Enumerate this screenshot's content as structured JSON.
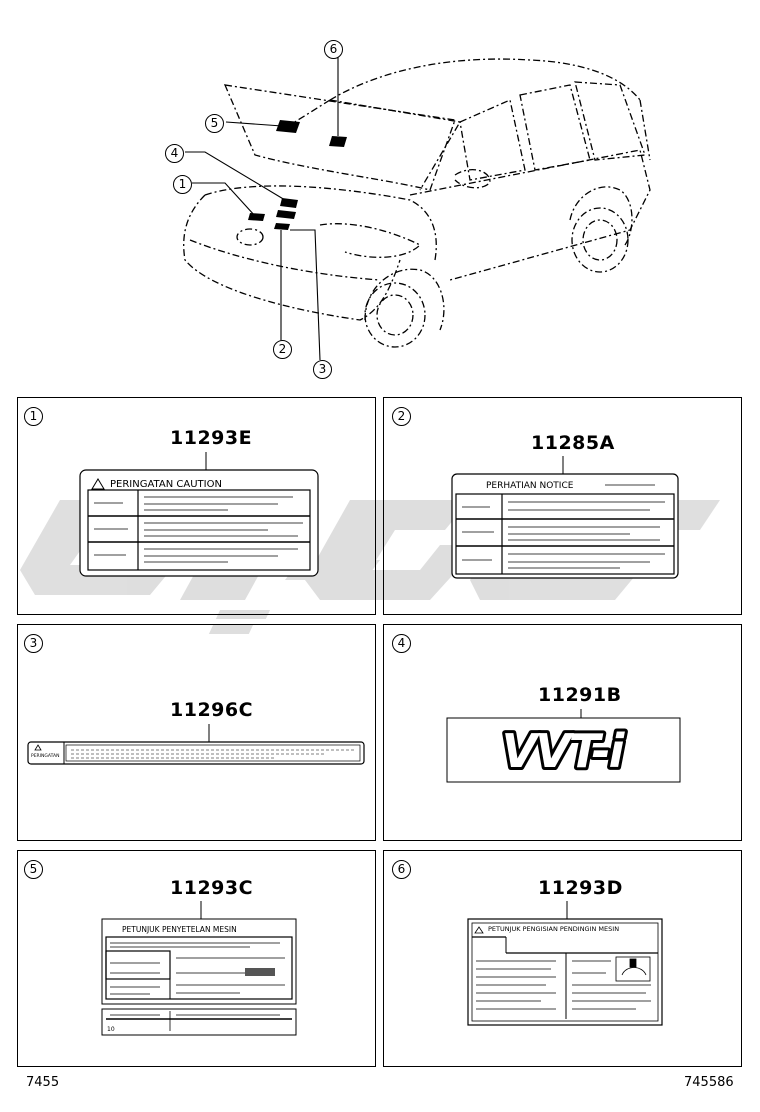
{
  "callouts": [
    "1",
    "2",
    "3",
    "4",
    "5",
    "6"
  ],
  "panels": [
    {
      "index": "1",
      "part": "11293E",
      "label_text": "PERINGATAN  CAUTION"
    },
    {
      "index": "2",
      "part": "11285A",
      "label_text": "PERHATIAN  NOTICE"
    },
    {
      "index": "3",
      "part": "11296C",
      "label_text": "PERINGATAN"
    },
    {
      "index": "4",
      "part": "11291B",
      "label_text": "VVT-i"
    },
    {
      "index": "5",
      "part": "11293C",
      "label_text": "PETUNJUK  PENYETELAN  MESIN",
      "small_text": "10"
    },
    {
      "index": "6",
      "part": "11293D",
      "label_text": "PETUNJUK  PENGISIAN  PENDINGIN  MESIN"
    }
  ],
  "footer": {
    "left": "7455",
    "right": "745586"
  },
  "icons": [
    "warning-triangle-icon"
  ],
  "colors": {
    "line": "#000000",
    "watermark": "#d9d9d9"
  }
}
